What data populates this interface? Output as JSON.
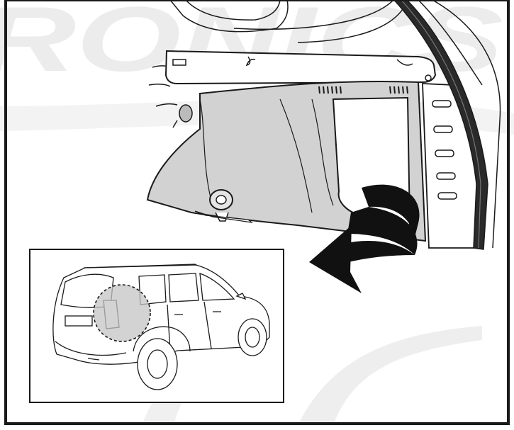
{
  "illustration": {
    "watermark_text": "RONICS",
    "callout": "rotate-panel-outward",
    "inset": "vehicle-rear-three-quarter-view"
  },
  "colors": {
    "frame": "#1a1a1a",
    "panel_fill": "#d2d2d2",
    "callout_fill": "#c4c4c4",
    "watermark": "#ececec",
    "arrow": "#111111",
    "background": "#ffffff"
  }
}
